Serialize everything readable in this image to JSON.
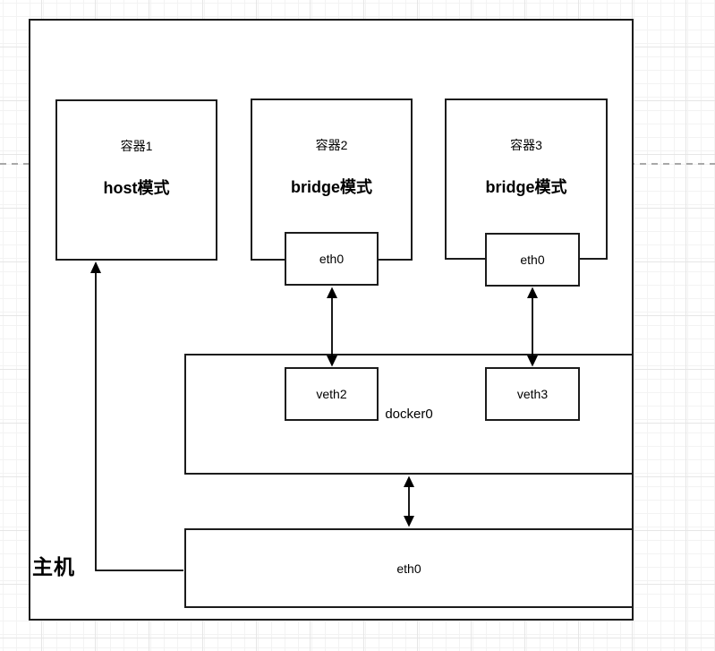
{
  "diagram": {
    "host": {
      "label": "主机",
      "eth0_label": "eth0"
    },
    "containers": [
      {
        "name": "容器1",
        "mode": "host模式"
      },
      {
        "name": "容器2",
        "mode": "bridge模式",
        "eth_label": "eth0"
      },
      {
        "name": "容器3",
        "mode": "bridge模式",
        "eth_label": "eth0"
      }
    ],
    "bridge": {
      "label": "docker0",
      "veth2_label": "veth2",
      "veth3_label": "veth3"
    },
    "colors": {
      "stroke": "#1c1c1c",
      "canvas_bg": "#ffffff",
      "grid_minor": "#f3f3f3",
      "grid_major": "#e6e6e6",
      "guide_dashed": "#a9a9a9",
      "text": "#000000"
    }
  }
}
